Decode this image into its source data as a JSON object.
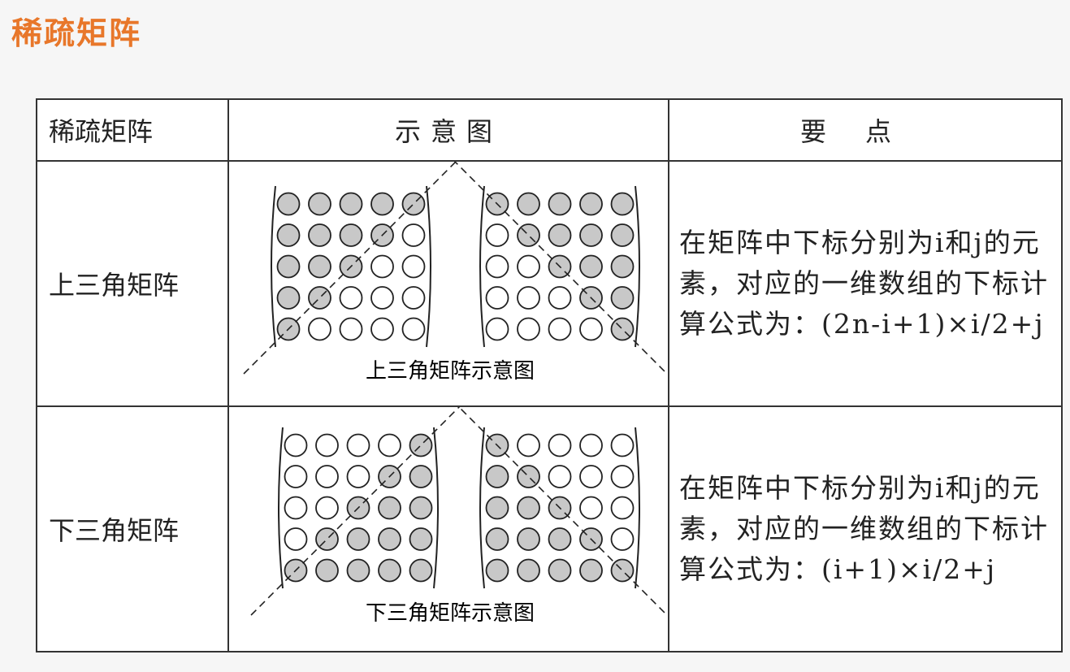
{
  "page": {
    "title": "稀疏矩阵"
  },
  "table": {
    "headers": [
      "稀疏矩阵",
      "示意图",
      "要点"
    ],
    "rows": [
      {
        "name": "上三角矩阵",
        "caption": "上三角矩阵示意图",
        "points": "在矩阵中下标分别为i和j的元素，对应的一维数组的下标计算公式为：(2n-i+1)×i/2+j",
        "matrix_size": 5,
        "mode": "upper"
      },
      {
        "name": "下三角矩阵",
        "caption": "下三角矩阵示意图",
        "points": "在矩阵中下标分别为i和j的元素，对应的一维数组的下标计算公式为：(i+1)×i/2+j",
        "matrix_size": 5,
        "mode": "lower"
      }
    ]
  },
  "colors": {
    "title": "#e8772a",
    "filled": "#c8c8c8",
    "empty": "#ffffff",
    "stroke": "#222222"
  }
}
